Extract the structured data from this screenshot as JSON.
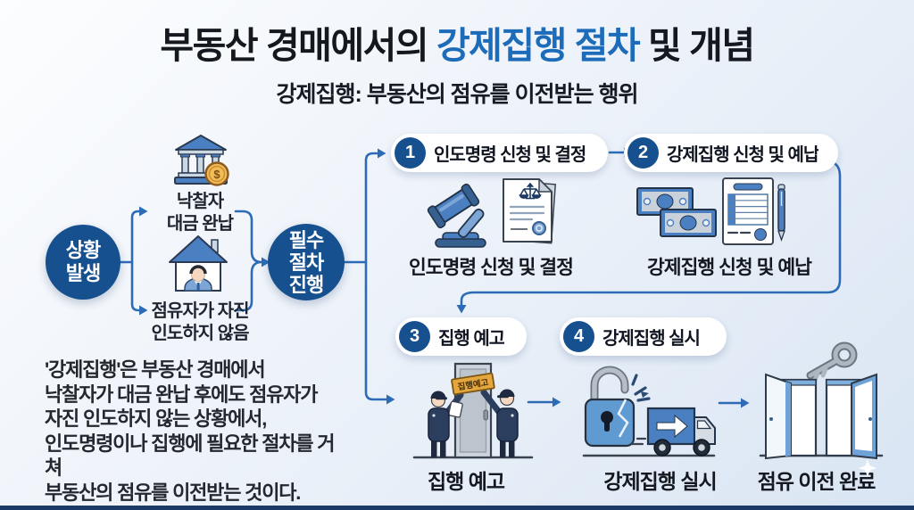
{
  "title": {
    "part1": "부동산 경매에서의 ",
    "highlight": "강제집행 절차",
    "part2": " 및 개념"
  },
  "subtitle": "강제집행: 부동산의 점유를 이전받는 행위",
  "flow": {
    "start": {
      "line1": "상황",
      "line2": "발생"
    },
    "cause_top": {
      "line1": "낙찰자",
      "line2": "대금 완납",
      "coin_symbol": "$"
    },
    "cause_bottom": {
      "line1": "점유자가 자진",
      "line2": "인도하지 않음"
    },
    "merge": {
      "line1": "필수",
      "line2": "절차",
      "line3": "진행"
    }
  },
  "steps": [
    {
      "num": "1",
      "title": "인도명령 신청 및 결정",
      "caption": "인도명령 신청 및 결정"
    },
    {
      "num": "2",
      "title": "강제집행 신청 및 예납",
      "caption": "강제집행 신청 및 예납"
    },
    {
      "num": "3",
      "title": "집행 예고",
      "caption": "집행 예고"
    },
    {
      "num": "4",
      "title": "강제집행 실시",
      "caption": "강제집행 실시"
    }
  ],
  "final": {
    "caption": "점유 이전 완료"
  },
  "notice_label": "집행예고",
  "description": {
    "lines": [
      "'강제집행'은 부동산 경매에서",
      "낙찰자가 대금 완납 후에도 점유자가",
      "자진 인도하지 않는 상황에서,",
      "인도명령이나 집행에 필요한 절차를 거쳐",
      "부동산의 점유를 이전받는 것이다."
    ]
  },
  "icons": {
    "bank": "bank-icon",
    "occupant_house": "house-occupant-icon",
    "gavel": "gavel-icon",
    "court_order_document": "scales-document-icon",
    "cash": "money-bills-icon",
    "application_form": "form-pen-icon",
    "notice_on_door": "officers-door-icon",
    "broken_lock_truck": "unlock-truck-icon",
    "key_open_doors": "key-doors-icon",
    "sparkle": "sparkle-icon"
  },
  "colors": {
    "accent_navy": "#17508f",
    "title_blue": "#1d6cba",
    "arrow_blue": "#2d6cb5",
    "text_dark": "#15181f",
    "pill_bg": "#ffffff",
    "background_top": "#fcfdfe",
    "background_bottom": "#d9e5f3",
    "bottom_bar": "#1c3a68",
    "notice_orange": "#e5a63e"
  }
}
